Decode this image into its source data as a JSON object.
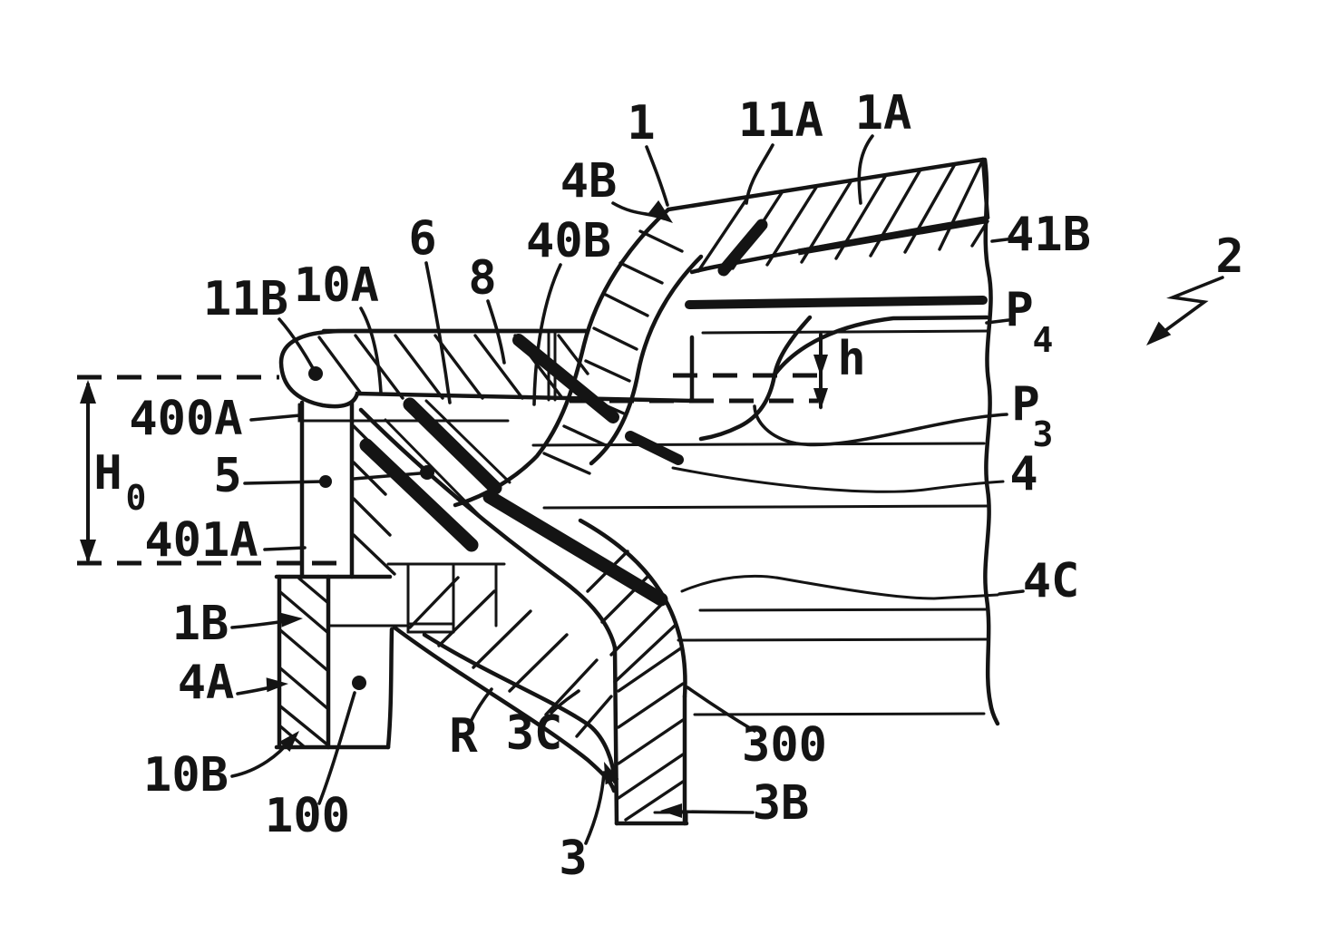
{
  "figure": {
    "title": "patent-cross-section-tire-bead-and-rim-flange",
    "colors": {
      "ink": "#141414",
      "paper": "#ffffff"
    },
    "labels": {
      "r1": "1",
      "r11A": "11A",
      "r1A": "1A",
      "r4B": "4B",
      "r40B": "40B",
      "r6": "6",
      "r8": "8",
      "r11B": "11B",
      "r10A": "10A",
      "r41B": "41B",
      "r2": "2",
      "rP4_main": "P",
      "rP4_sub": "4",
      "rP3_main": "P",
      "rP3_sub": "3",
      "rh": "h",
      "rH0_main": "H",
      "rH0_sub": "0",
      "r400A": "400A",
      "r5": "5",
      "r401A": "401A",
      "r4": "4",
      "r4C": "4C",
      "r1B": "1B",
      "r4A": "4A",
      "rR": "R",
      "r3C": "3C",
      "r10B": "10B",
      "r100": "100",
      "r300": "300",
      "r3B": "3B",
      "r3": "3"
    }
  }
}
